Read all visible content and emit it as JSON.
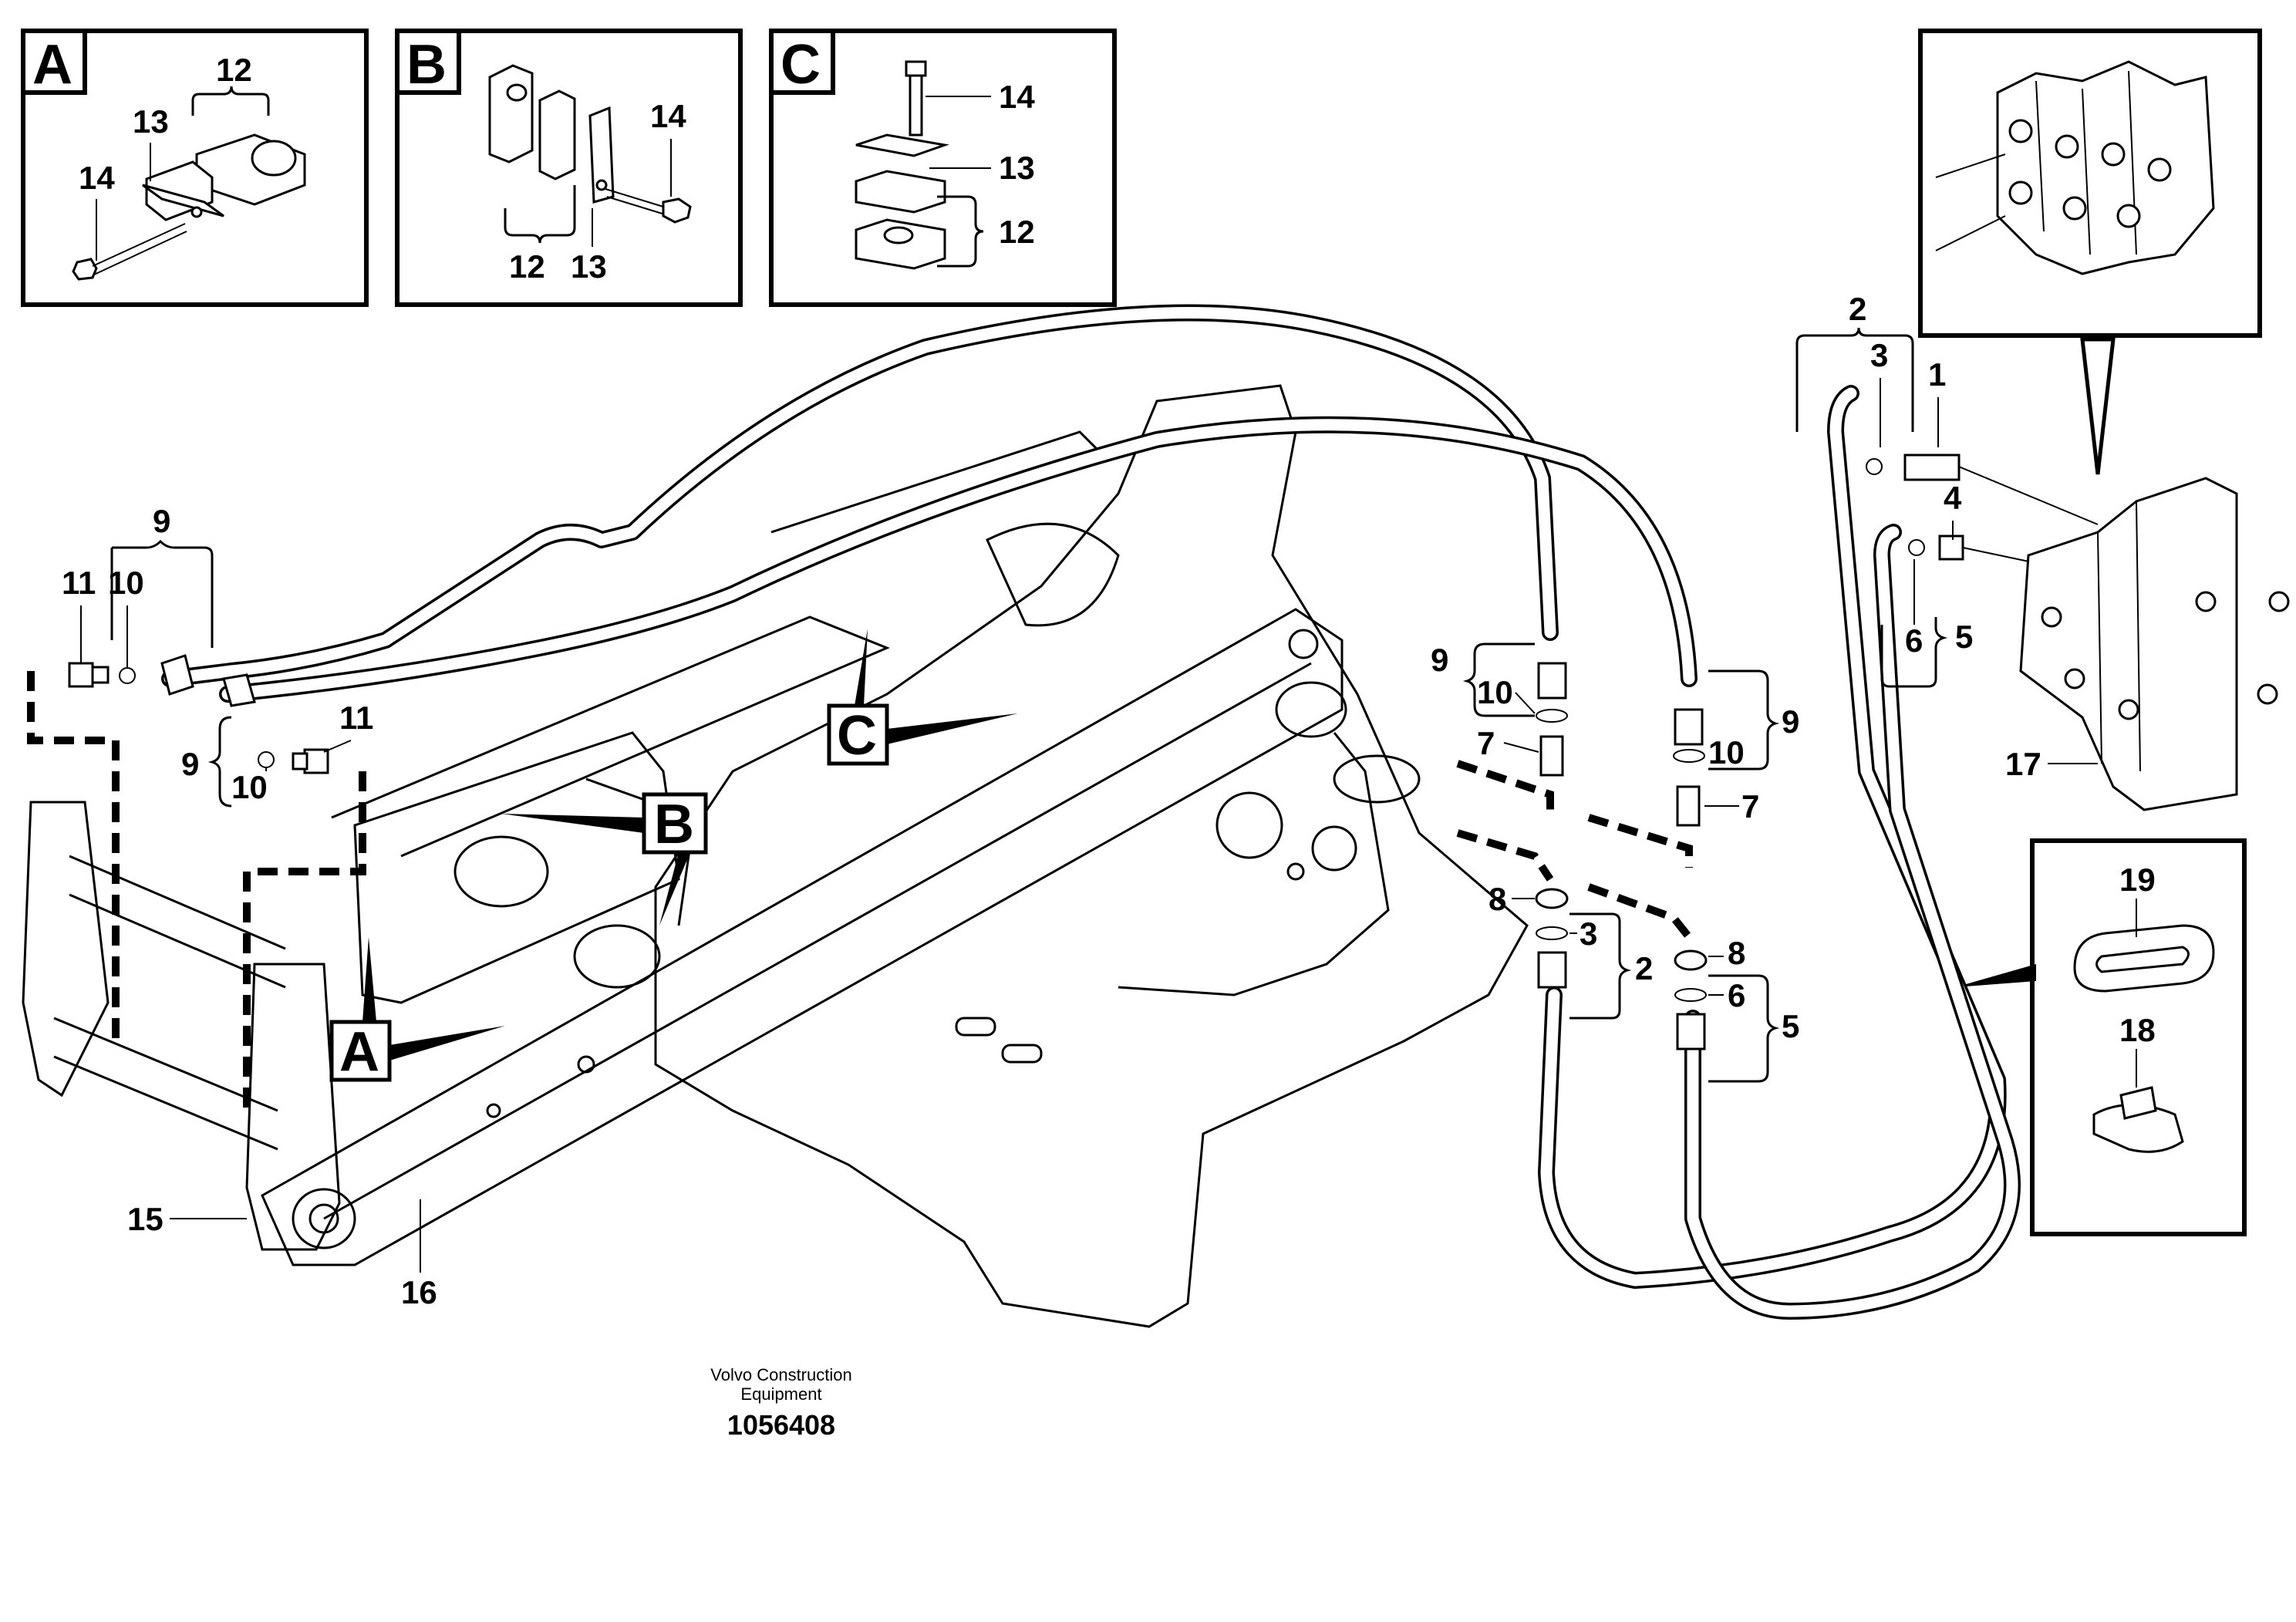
{
  "detail_a": {
    "letter": "A",
    "labels": {
      "12": "12",
      "13": "13",
      "14": "14"
    }
  },
  "detail_b": {
    "letter": "B",
    "labels": {
      "12": "12",
      "13": "13",
      "14": "14"
    }
  },
  "detail_c": {
    "letter": "C",
    "labels": {
      "12": "12",
      "13": "13",
      "14": "14"
    }
  },
  "callouts": {
    "A": "A",
    "B": "B",
    "C": "C"
  },
  "part_numbers": {
    "p1": "1",
    "p2": "2",
    "p3": "3",
    "p4": "4",
    "p5": "5",
    "p6": "6",
    "p7": "7",
    "p8": "8",
    "p9": "9",
    "p10": "10",
    "p11": "11",
    "p15": "15",
    "p16": "16",
    "p17": "17",
    "p18": "18",
    "p19": "19"
  },
  "footer": {
    "line1": "Volvo Construction",
    "line2": "Equipment",
    "number": "1056408"
  }
}
